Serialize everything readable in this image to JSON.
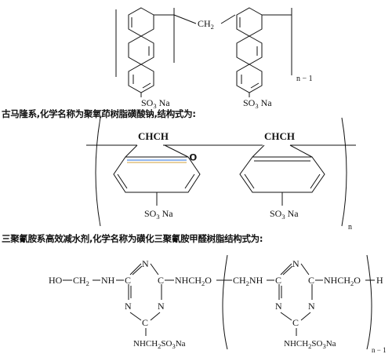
{
  "page": {
    "caption_coumarone": "古马隆系,化学名称为聚氧茚树脂磺酸钠,结构式为:",
    "caption_melamine": "三聚氰胺系高效减水剂,化学名称为磺化三聚氰胺甲醛树脂结构式为:"
  },
  "structure1": {
    "ch2": "CH",
    "ch2_sub": "2",
    "so3na_left": "SO",
    "so3na_left_sub": "3",
    "so3na_left_tail": " Na",
    "so3na_right": "SO",
    "so3na_right_sub": "3",
    "so3na_right_tail": " Na",
    "repeat": "n − 1"
  },
  "structure2": {
    "chch_left": "CHCH",
    "chch_right": "CHCH",
    "oxygen": "O",
    "so3na_left": "SO",
    "so3na_left_sub": "3",
    "so3na_left_tail": " Na",
    "so3na_right": "SO",
    "so3na_right_sub": "3",
    "so3na_right_tail": " Na",
    "repeat": "n"
  },
  "structure3": {
    "ho_ch2": "HO",
    "ch2_a": "CH",
    "ch2_sub": "2",
    "nh_a": "NH",
    "c_label": "C",
    "n_label": "N",
    "nhch2o": "NHCH",
    "nhch2o_sub": "2",
    "nhch2o_tail": "O",
    "ch2nh": "CH",
    "ch2nh_sub": "2",
    "ch2nh_tail": "NH",
    "nhch2o_b": "NHCH",
    "nhch2o_b_sub": "2",
    "nhch2o_b_tail": "O",
    "h_end": "H",
    "side_left": "NHCH",
    "side_left_sub": "2",
    "side_left_mid": "SO",
    "side_left_sub2": "3",
    "side_left_tail": "Na",
    "side_right": "NHCH",
    "side_right_sub": "2",
    "side_right_mid": "SO",
    "side_right_sub2": "3",
    "side_right_tail": "Na",
    "repeat": "n − 1"
  }
}
